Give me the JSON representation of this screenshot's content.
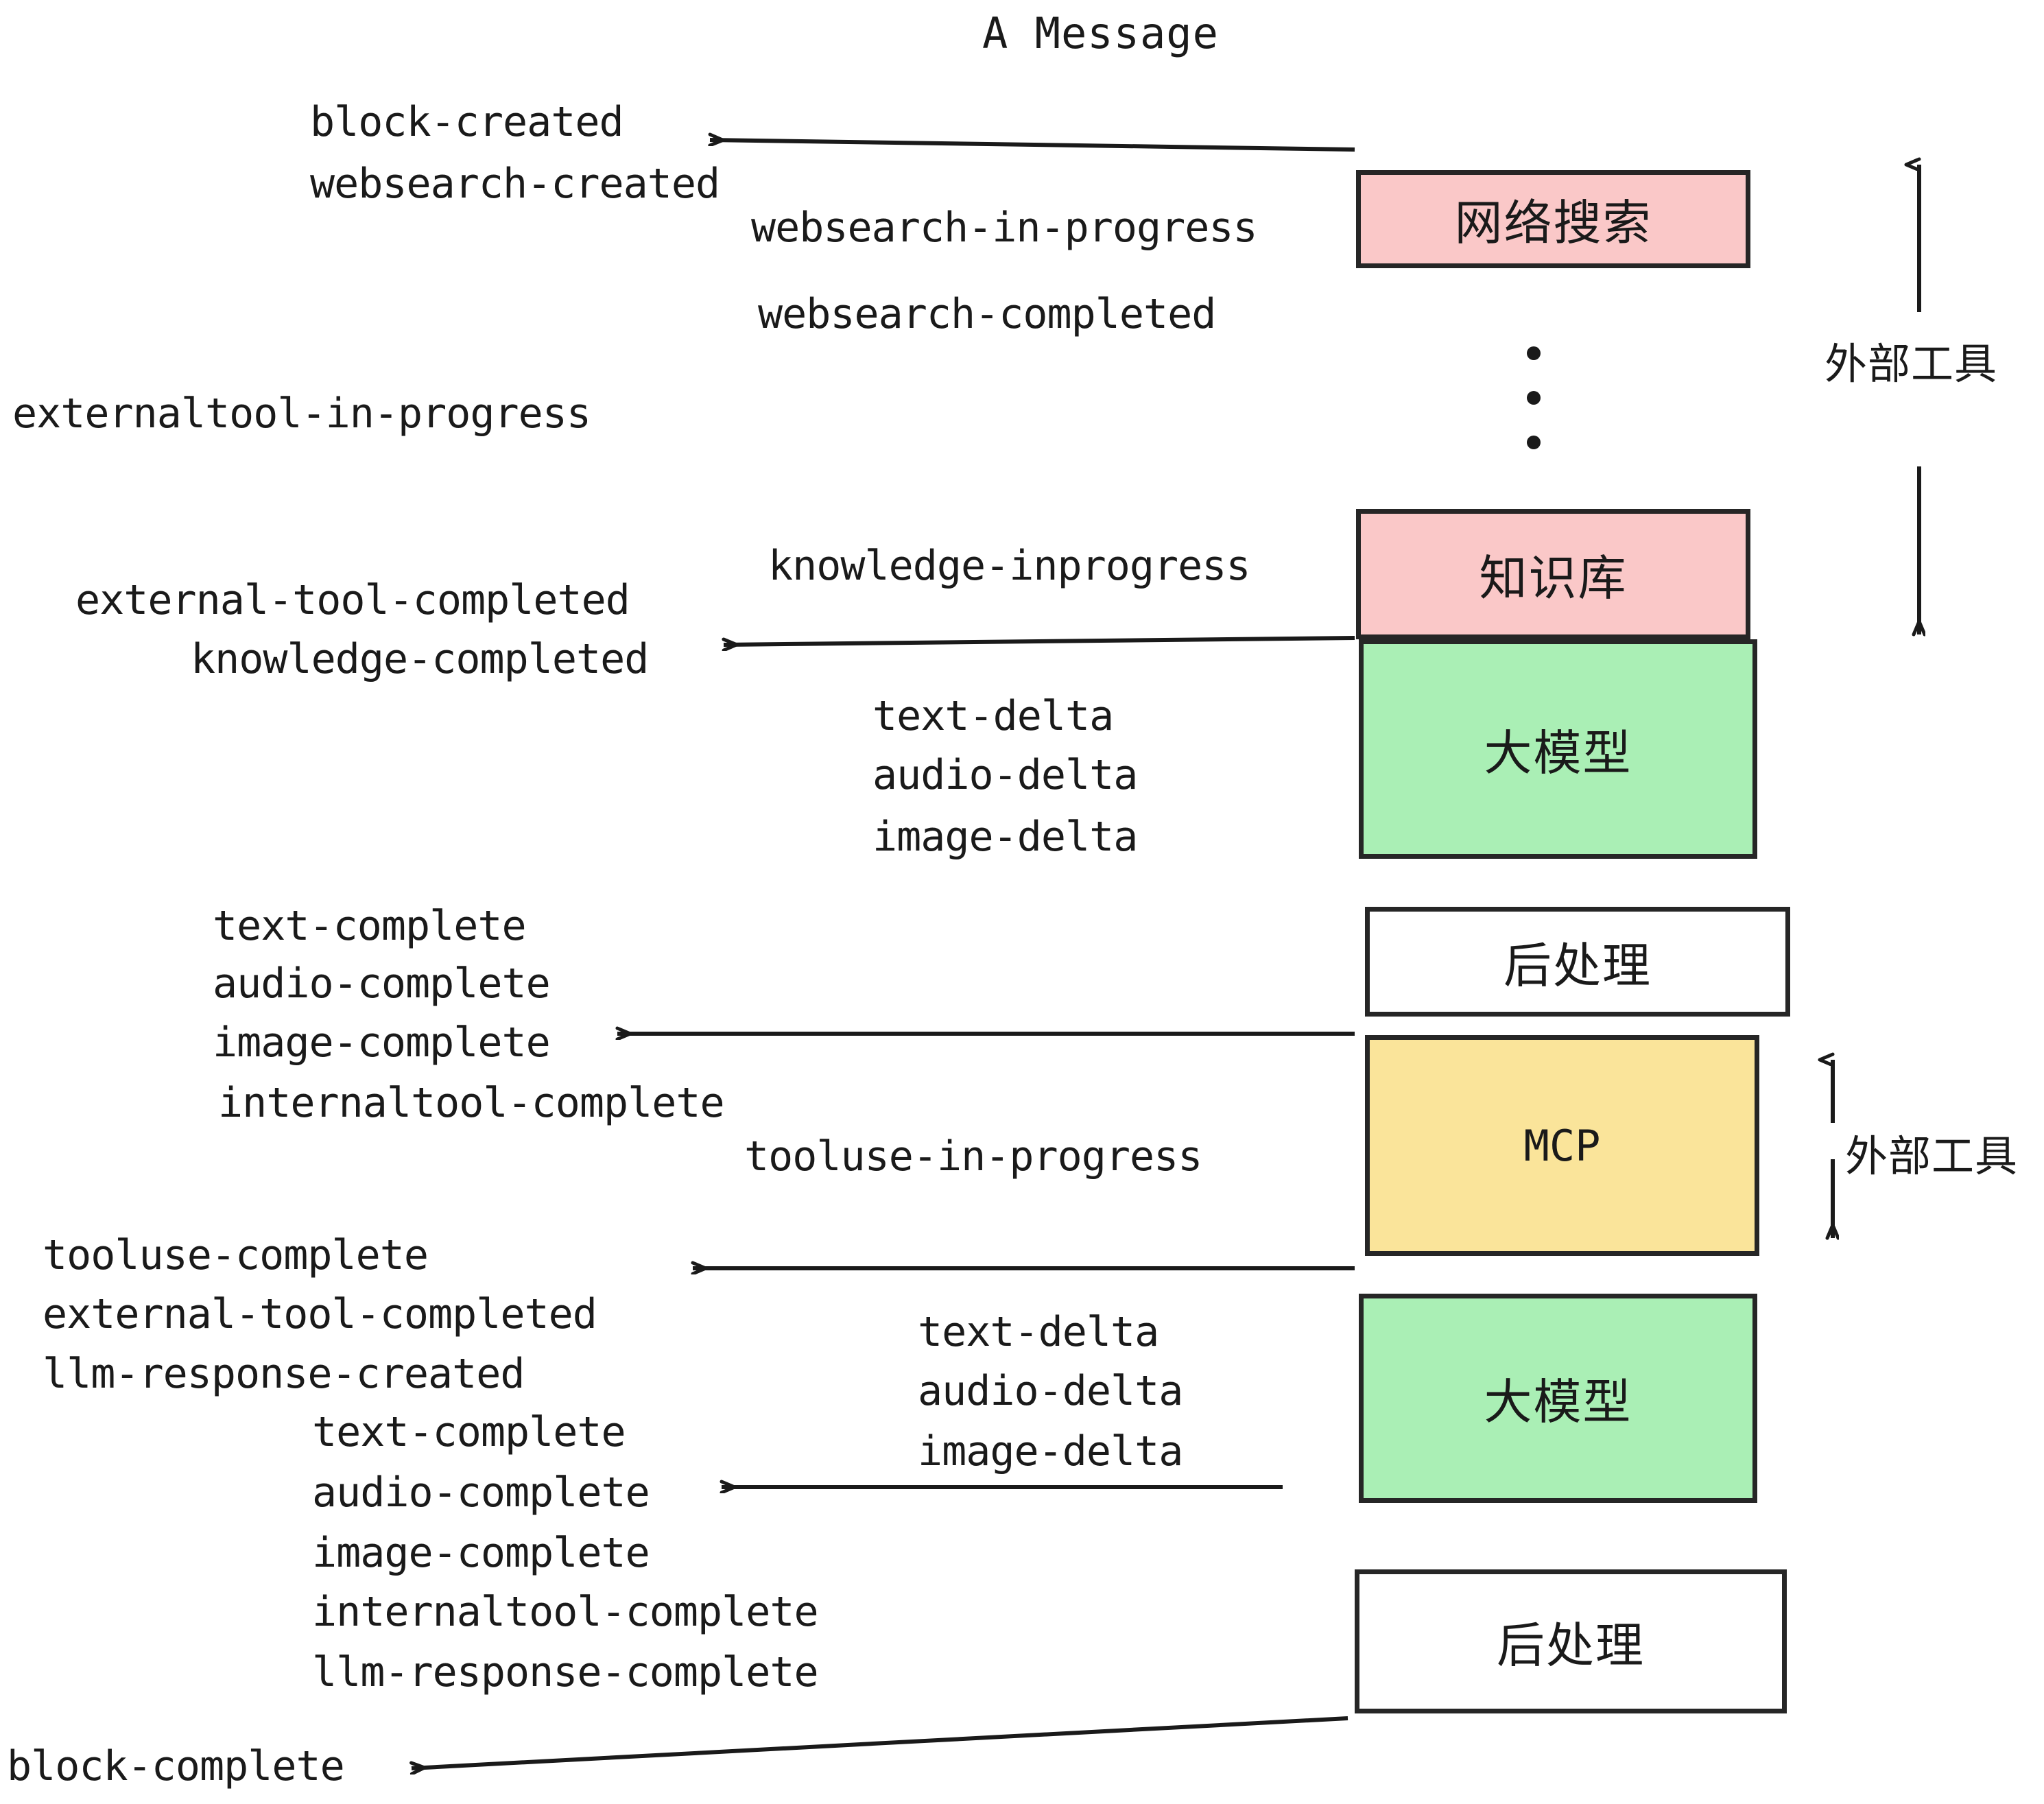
{
  "title": "A Message",
  "colors": {
    "pink": "#FAC8C8",
    "green": "#AAEFB5",
    "yellow": "#FAE49A",
    "white": "#FFFFFF",
    "stroke": "#262626",
    "text": "#1A1A1A"
  },
  "boxes": {
    "websearch": "网络搜索",
    "knowledge": "知识库",
    "llm_top": "大模型",
    "postprocess_top": "后处理",
    "mcp": "MCP",
    "llm_bottom": "大模型",
    "postprocess_bottom": "后处理"
  },
  "side_labels": {
    "external_tool_top": "外部工具",
    "external_tool_bottom": "外部工具"
  },
  "events": {
    "block_created": "block-created",
    "websearch_created": "websearch-created",
    "websearch_in_progress": "websearch-in-progress",
    "websearch_completed": "websearch-completed",
    "externaltool_in_progress": "externaltool-in-progress",
    "knowledge_inprogress": "knowledge-inprogress",
    "external_tool_completed_1": "external-tool-completed",
    "knowledge_completed": "knowledge-completed",
    "text_delta_1": "text-delta",
    "audio_delta_1": "audio-delta",
    "image_delta_1": "image-delta",
    "text_complete_1": "text-complete",
    "audio_complete_1": "audio-complete",
    "image_complete_1": "image-complete",
    "internaltool_complete_1": "internaltool-complete",
    "tooluse_in_progress": "tooluse-in-progress",
    "tooluse_complete": "tooluse-complete",
    "external_tool_completed_2": "external-tool-completed",
    "llm_response_created": "llm-response-created",
    "text_delta_2": "text-delta",
    "audio_delta_2": "audio-delta",
    "image_delta_2": "image-delta",
    "text_complete_2": "text-complete",
    "audio_complete_2": "audio-complete",
    "image_complete_2": "image-complete",
    "internaltool_complete_2": "internaltool-complete",
    "llm_response_complete": "llm-response-complete",
    "block_complete": "block-complete"
  }
}
